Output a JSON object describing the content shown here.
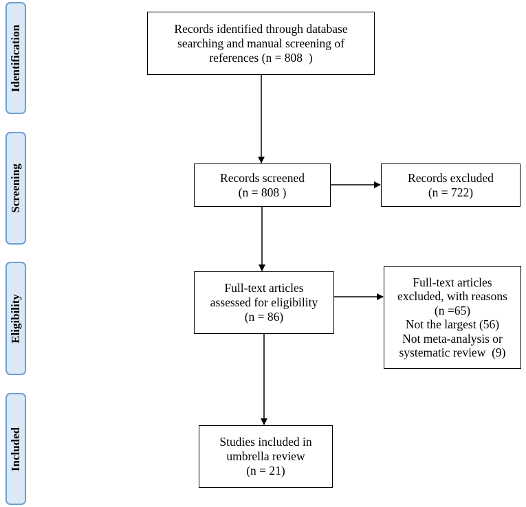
{
  "stages": {
    "identification": "Identification",
    "screening": "Screening",
    "eligibility": "Eligibility",
    "included": "Included"
  },
  "boxes": {
    "identified": [
      "Records identified through database",
      "searching and manual screening of",
      "references (n = 808  )"
    ],
    "screened": [
      "Records screened",
      "(n = 808 )"
    ],
    "excluded": [
      "Records excluded",
      "(n = 722)"
    ],
    "fulltext": [
      "Full-text articles",
      "assessed for eligibility",
      "(n = 86)"
    ],
    "fulltext_excluded": [
      "Full-text articles",
      "excluded, with reasons",
      "(n =65)",
      "Not the largest (56)",
      "Not meta-analysis or",
      "systematic review  (9)"
    ],
    "included": [
      "Studies included in",
      "umbrella review",
      "(n = 21)"
    ]
  },
  "colors": {
    "stage_fill": "#dbe9f7",
    "stage_border": "#6f9ed0",
    "line": "#000000"
  }
}
